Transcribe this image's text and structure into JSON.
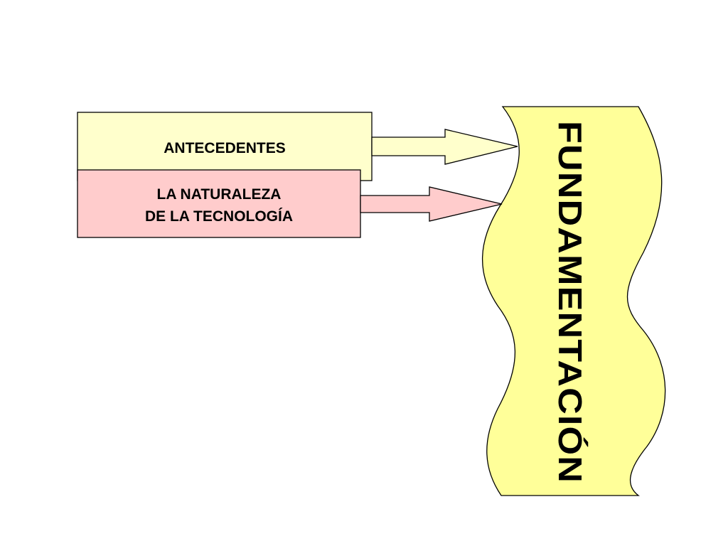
{
  "colors": {
    "antecedentes_fill": "#FFFFCC",
    "naturaleza_fill": "#FFCCCC",
    "banner_fill": "#FFFF99",
    "stroke": "#000000",
    "background": "#FFFFFF"
  },
  "boxes": {
    "antecedentes": {
      "label": "ANTECEDENTES"
    },
    "naturaleza": {
      "line1": "LA NATURALEZA",
      "line2": "DE LA TECNOLOGÍA"
    }
  },
  "banner": {
    "label": "FUNDAMENTACIÓN"
  },
  "connections": [
    {
      "from": "antecedentes",
      "to": "banner"
    },
    {
      "from": "naturaleza",
      "to": "banner"
    }
  ]
}
